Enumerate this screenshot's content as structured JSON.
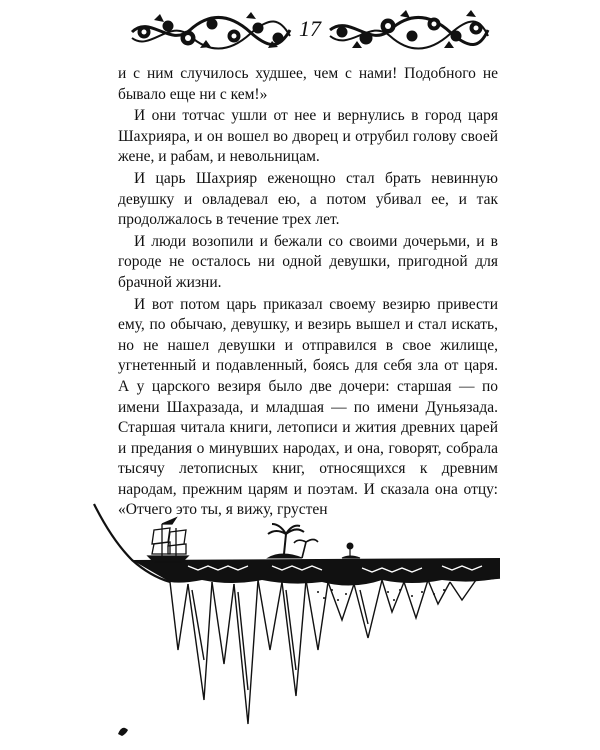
{
  "header": {
    "page_number": "17",
    "ornament_icon": "floral-vine-ornament-icon"
  },
  "body_text": {
    "paragraphs": [
      "и с ним случилось худшее, чем с нами! Подобного не бывало еще ни с кем!»",
      "И они тотчас ушли от нее и вернулись в город царя Шахрияра, и он вошел во дворец и отрубил голову своей жене, и рабам, и невольницам.",
      "И царь Шахрияр еженощно стал брать невинную девушку и овладевал ею, а потом убивал ее, и так продолжалось в течение трех лет.",
      "И люди возопили и бежали со своими дочерьми, и в городе не осталось ни одной девушки, пригодной для брачной жизни.",
      "И вот потом царь приказал своему везирю привести ему, по обычаю, девушку, и везирь вышел и стал искать, но не нашел девушки и отправился в свое жилище, угнетенный и подавленный, боясь для себя зла от царя. А у царского везиря было две дочери: старшая — по имени Шахразада, и младшая — по имени Дуньязада. Старшая читала книги, летописи и жития древних царей и предания о минувших народах, и она, говорят, собрала тысячу летописных книг, относящихся к древним народам, прежним царям и поэтам. И сказала она отцу: «Отчего это ты, я вижу, грустен"
    ]
  },
  "illustration": {
    "icon": "ship-island-cliffs-illustration"
  }
}
